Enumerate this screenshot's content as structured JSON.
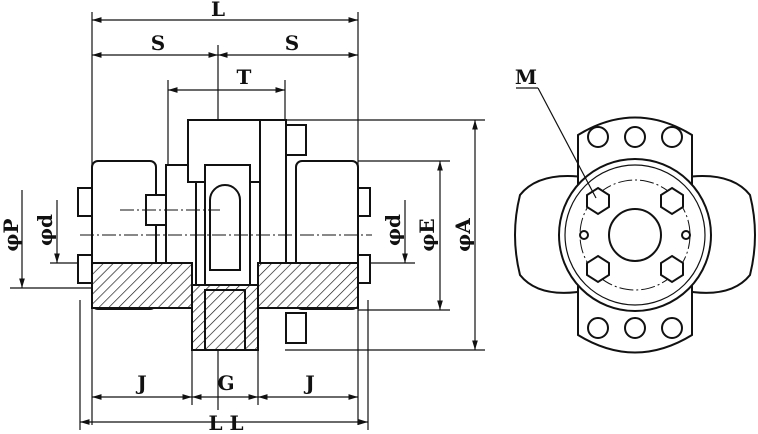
{
  "title": "Universal joint coupling dimension drawing",
  "dimensions": {
    "L": "L",
    "S_left": "S",
    "S_right": "S",
    "T": "T",
    "M": "M",
    "phiP": "φP",
    "phid_left": "φd",
    "phid_right": "φd",
    "phiE": "φE",
    "phiA": "φA",
    "J_left": "J",
    "G": "G",
    "J_right": "J",
    "LL": "L L"
  }
}
